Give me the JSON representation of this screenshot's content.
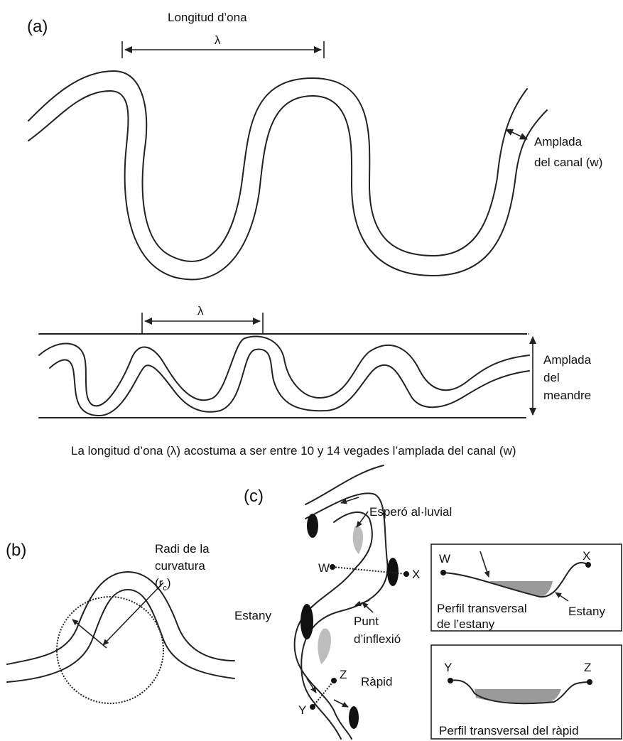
{
  "panel_a": {
    "label": "(a)",
    "wavelength_caption": "Longitud d’ona",
    "lambda_symbol": "λ",
    "width_label_line1": "Amplada",
    "width_label_line2": "del canal (w)",
    "belt_label_line1": "Amplada",
    "belt_label_line2": "del",
    "belt_label_line3": "meandre",
    "caption": "La longitud d’ona (λ) acostuma a ser entre 10 y 14 vegades l’amplada del canal (w)"
  },
  "panel_b": {
    "label": "(b)",
    "radius_line1": "Radi de la",
    "radius_line2": "curvatura",
    "radius_symbol": "(r",
    "radius_sub": "c",
    "radius_close": ")"
  },
  "panel_c": {
    "label": "(c)",
    "point_bar": "Esperó al·luvial",
    "pool": "Estany",
    "inflection_line1": "Punt",
    "inflection_line2": "d’inflexió",
    "riffle": "Ràpid",
    "points": {
      "w": "W",
      "x": "X",
      "y": "Y",
      "z": "Z"
    },
    "pool_profile": {
      "left": "W",
      "right": "X",
      "pool_label": "Estany",
      "title_line1": "Perfil transversal",
      "title_line2": "de l’estany"
    },
    "riffle_profile": {
      "left": "Y",
      "right": "Z",
      "title": "Perfil transversal del ràpid"
    }
  },
  "colors": {
    "line": "#222222",
    "fill_gray": "#9a9a9a",
    "bar_gray": "#bdbdbd",
    "pool_black": "#111111"
  }
}
